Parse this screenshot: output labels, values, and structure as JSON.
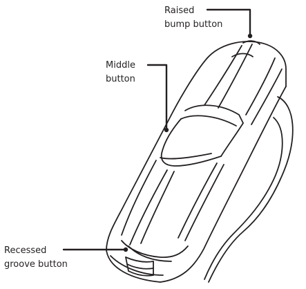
{
  "callouts": {
    "raised_bump": {
      "line1": "Raised",
      "line2": "bump button"
    },
    "middle": {
      "line1": "Middle",
      "line2": "button"
    },
    "recessed_groove": {
      "line1": "Recessed",
      "line2": "groove button"
    }
  },
  "colors": {
    "stroke": "#231f20",
    "background": "#ffffff"
  }
}
